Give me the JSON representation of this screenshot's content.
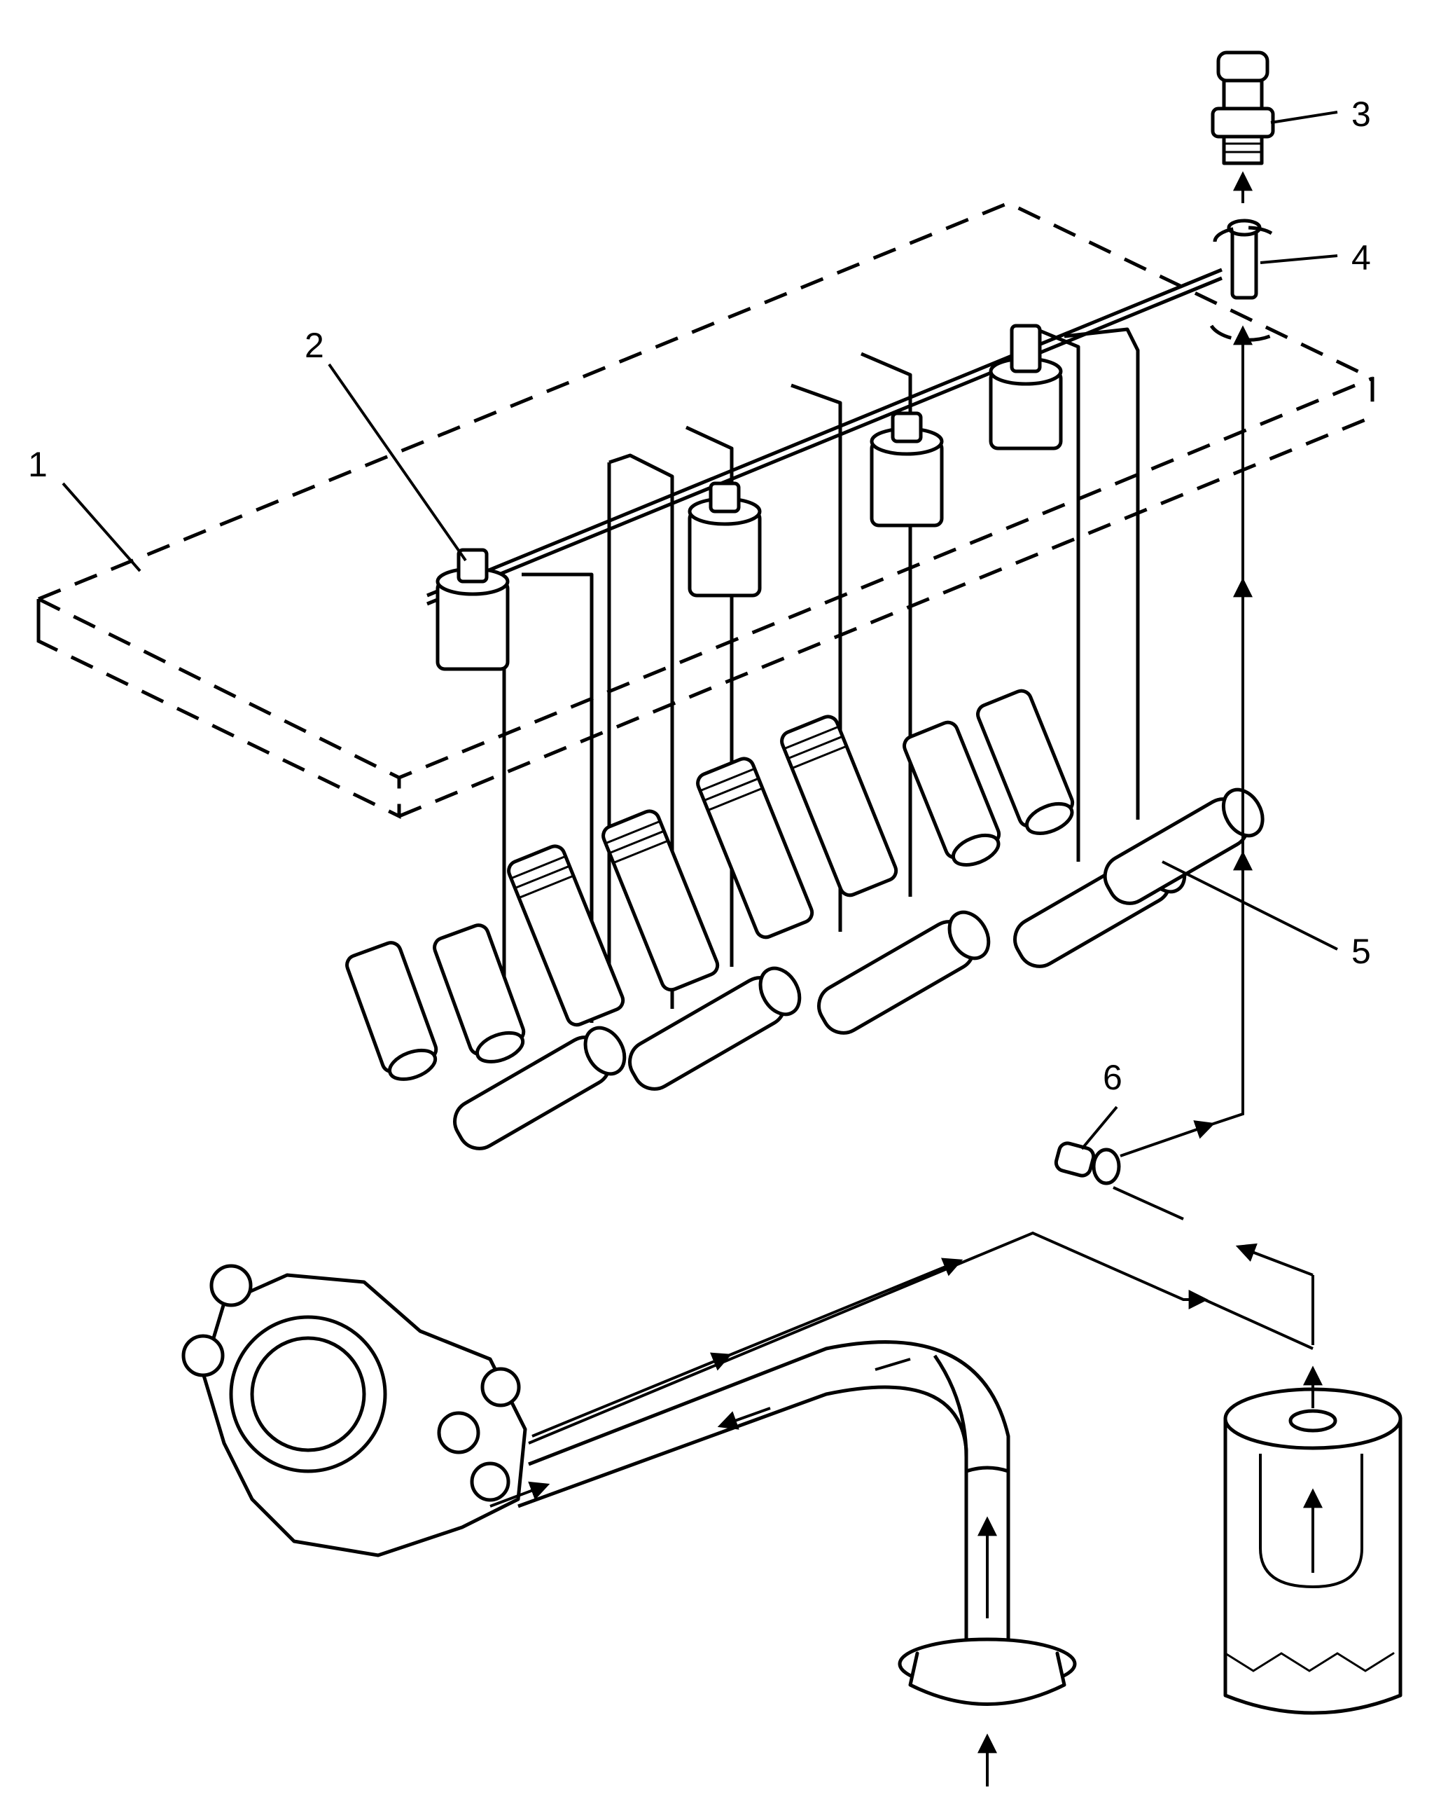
{
  "diagram": {
    "callouts": [
      {
        "id": "1",
        "text": "1"
      },
      {
        "id": "2",
        "text": "2"
      },
      {
        "id": "3",
        "text": "3"
      },
      {
        "id": "4",
        "text": "4"
      },
      {
        "id": "5",
        "text": "5"
      },
      {
        "id": "6",
        "text": "6"
      }
    ]
  },
  "colors": {
    "ink": "#000000",
    "paper": "#ffffff"
  }
}
